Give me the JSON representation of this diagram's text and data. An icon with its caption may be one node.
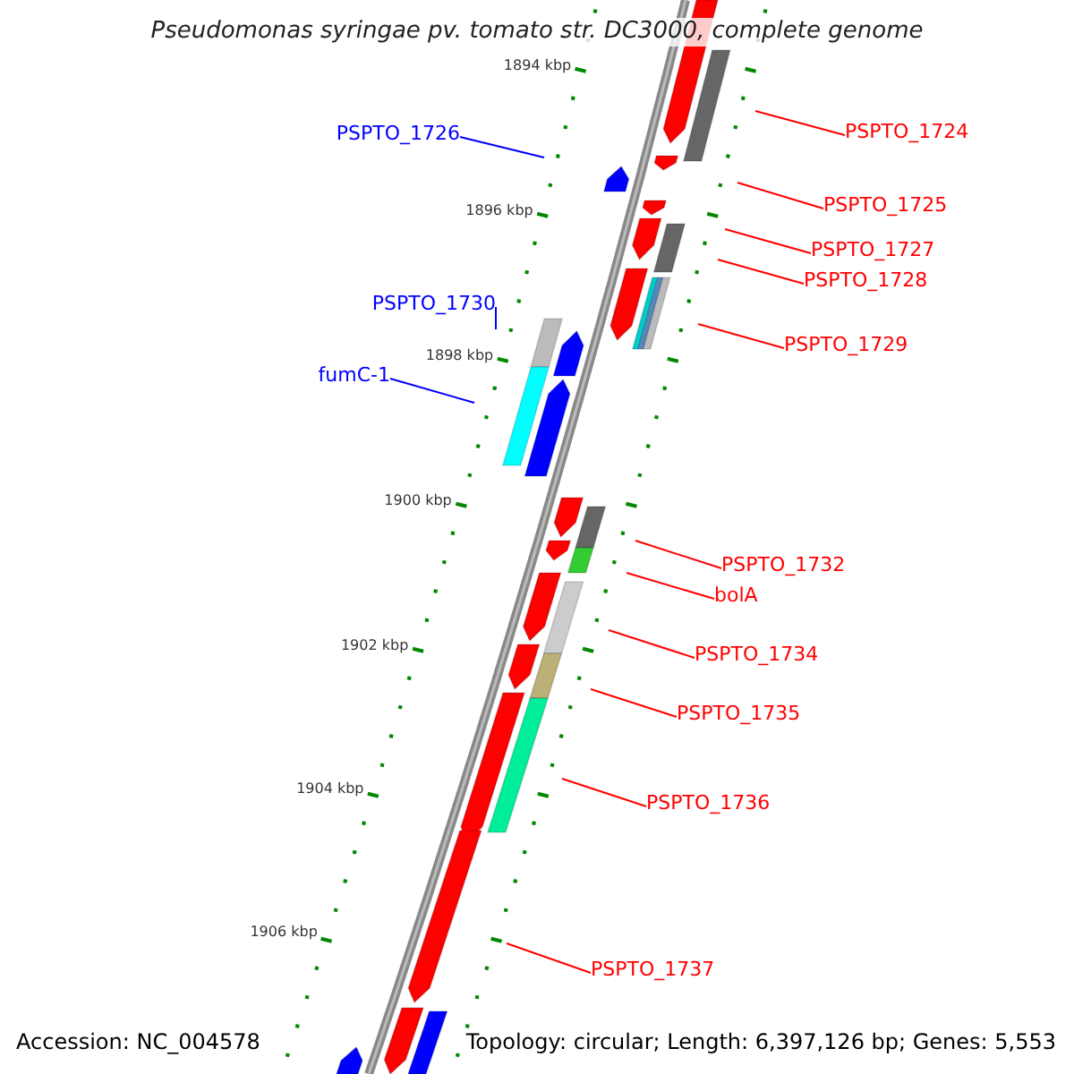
{
  "diagram": {
    "title": "Pseudomonas syringae pv. tomato str. DC3000, complete genome",
    "nodes": [
      {
        "text": [
          "PSPTO_1724"
        ]
      },
      {
        "text": [
          "PSPTO_1726"
        ]
      },
      {
        "text": [
          "PSPTO_1725"
        ]
      },
      {
        "text": [
          "PSPTO_1727"
        ]
      },
      {
        "text": [
          "PSPTO_1728"
        ]
      },
      {
        "text": [
          "PSPTO_1730"
        ]
      },
      {
        "text": [
          "PSPTO_1729"
        ]
      },
      {
        "text": [
          "fumC-1"
        ]
      },
      {
        "text": [
          "PSPTO_1732"
        ]
      },
      {
        "text": [
          "bolA"
        ]
      },
      {
        "text": [
          "PSPTO_1734"
        ]
      },
      {
        "text": [
          "PSPTO_1735"
        ]
      },
      {
        "text": [
          "PSPTO_1736"
        ]
      },
      {
        "text": [
          "PSPTO_1737"
        ]
      }
    ],
    "edges": [
      {
        "from": 0,
        "to": null,
        "arrow": "none"
      },
      {
        "from": 1,
        "to": null,
        "arrow": "none",
        "color": "#0000ff"
      },
      {
        "from": 2,
        "to": null,
        "arrow": "none"
      },
      {
        "from": 3,
        "to": null,
        "arrow": "none"
      },
      {
        "from": 4,
        "to": null,
        "arrow": "none"
      },
      {
        "from": 5,
        "to": null,
        "arrow": "none",
        "color": "#0000ff"
      },
      {
        "from": 6,
        "to": null,
        "arrow": "none"
      },
      {
        "from": 7,
        "to": null,
        "arrow": "none",
        "color": "#0000ff"
      },
      {
        "from": 8,
        "to": null,
        "arrow": "none"
      },
      {
        "from": 9,
        "to": null,
        "arrow": "none"
      },
      {
        "from": 10,
        "to": null,
        "arrow": "none"
      },
      {
        "from": 11,
        "to": null,
        "arrow": "none"
      },
      {
        "from": 12,
        "to": null,
        "arrow": "none"
      },
      {
        "from": 13,
        "to": null,
        "arrow": "none"
      }
    ],
    "labels": [
      "1894 kbp",
      "1896 kbp",
      "1898 kbp",
      "1900 kbp",
      "1902 kbp",
      "1904 kbp",
      "1906 kbp",
      "Accession: NC_004578",
      "Topology: circular; Length: 6,397,126 bp; Genes: 5,553"
    ]
  }
}
